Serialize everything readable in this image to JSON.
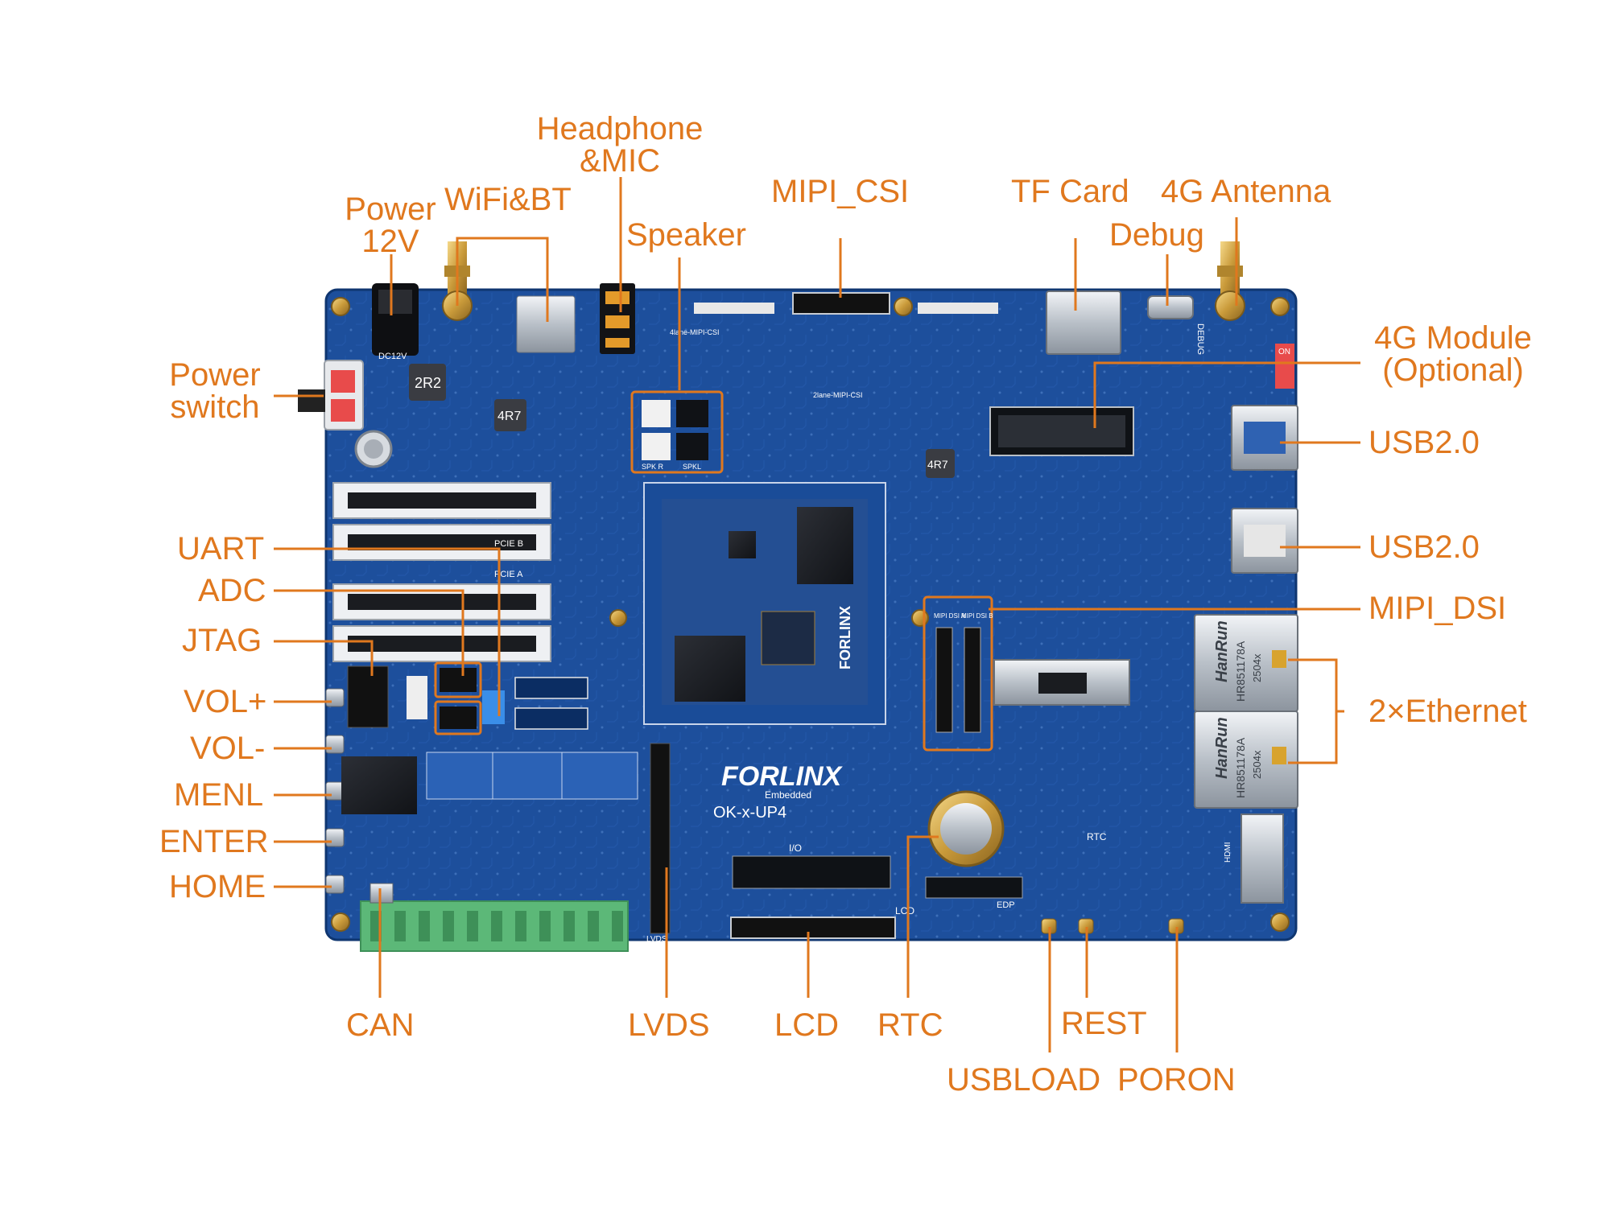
{
  "colors": {
    "label": "#e0781e",
    "board": "#1d4f9c",
    "board_dark": "#143a78",
    "terminal": "#5cb878",
    "silk": "#ffffff"
  },
  "labels": {
    "headphone_mic": [
      "Headphone",
      "&MIC"
    ],
    "power_12v": [
      "Power",
      "12V"
    ],
    "wifi_bt": "WiFi&BT",
    "speaker": "Speaker",
    "mipi_csi": "MIPI_CSI",
    "tf_card": "TF Card",
    "antenna_4g": "4G Antenna",
    "debug": "Debug",
    "module_4g": [
      "4G Module",
      "(Optional)"
    ],
    "power_switch": [
      "Power",
      "switch"
    ],
    "usb20_top": "USB2.0",
    "usb20_bottom": "USB2.0",
    "uart": "UART",
    "adc": "ADC",
    "jtag": "JTAG",
    "mipi_dsi": "MIPI_DSI",
    "ethernet": "2×Ethernet",
    "vol_plus": "VOL+",
    "vol_minus": "VOL-",
    "menl": "MENL",
    "enter": "ENTER",
    "home": "HOME",
    "can": "CAN",
    "lvds": "LVDS",
    "lcd": "LCD",
    "rtc": "RTC",
    "rest": "REST",
    "usbload": "USBLOAD",
    "poron": "PORON"
  },
  "silkscreen": {
    "brand": "FORLINX",
    "brand_sub": "Embedded",
    "model": "OK-x-UP4",
    "som_brand": "FORLINX",
    "lan_brand": "HanRun",
    "lan_part": "HR851178A",
    "lan_code": "2504x",
    "dc12v": "DC12V",
    "inductor_a": "2R2",
    "inductor_b": "4R7",
    "inductor_c": "4R7",
    "pcie_b": "PCIE B",
    "pcie_a": "PCIE A",
    "io": "I/O",
    "lcd": "LCD",
    "lvds": "LVDS",
    "edp": "EDP",
    "hdmi": "HDMI",
    "rtc": "RTC",
    "debug": "DEBUG",
    "on": "ON",
    "dsi_a": "MIPI DSI A",
    "dsi_b": "MIPI DSI B",
    "csi_4line": "4lane-MIPI-CSI",
    "csi_2line": "2lane-MIPI-CSI",
    "spk_r": "SPK R",
    "spk_l": "SPKL"
  }
}
